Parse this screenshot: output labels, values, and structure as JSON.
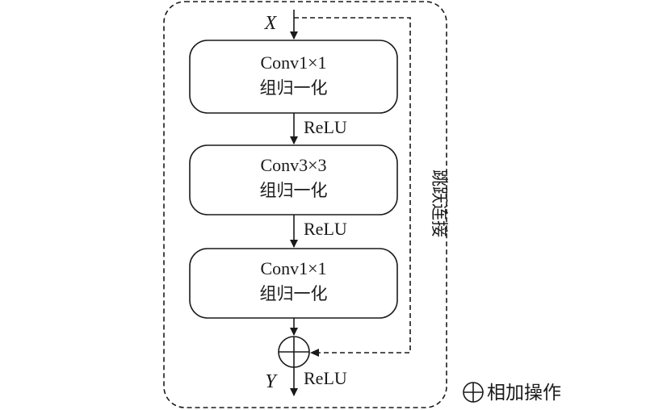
{
  "diagram": {
    "input_label": "X",
    "output_label": "Y",
    "blocks": [
      {
        "conv": "Conv1×1",
        "norm": "组归一化"
      },
      {
        "conv": "Conv3×3",
        "norm": "组归一化"
      },
      {
        "conv": "Conv1×1",
        "norm": "组归一化"
      }
    ],
    "activations": [
      "ReLU",
      "ReLU",
      "ReLU"
    ],
    "skip_label": "跳跃连接"
  },
  "legend": {
    "label": "相加操作"
  }
}
